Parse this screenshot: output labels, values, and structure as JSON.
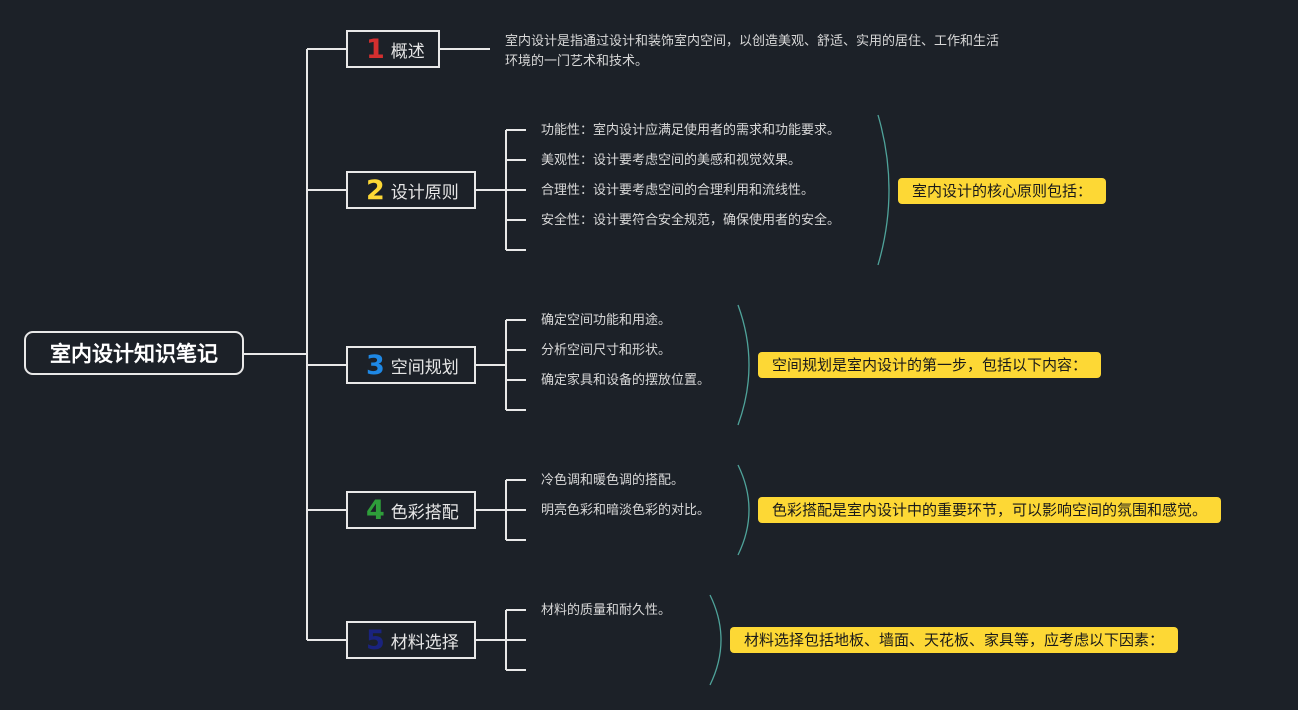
{
  "root": {
    "title": "室内设计知识笔记"
  },
  "branches": [
    {
      "num": "1",
      "num_color": "#d32f2f",
      "label": "概述",
      "intro": "室内设计是指通过设计和装饰室内空间，以创造美观、舒适、实用的居住、工作和生活环境的一门艺术和技术。",
      "items": [],
      "summary": ""
    },
    {
      "num": "2",
      "num_color": "#fdd835",
      "label": "设计原则",
      "items": [
        "功能性：室内设计应满足使用者的需求和功能要求。",
        "美观性：设计要考虑空间的美感和视觉效果。",
        "合理性：设计要考虑空间的合理利用和流线性。",
        "安全性：设计要符合安全规范，确保使用者的安全。",
        ""
      ],
      "summary": "室内设计的核心原则包括："
    },
    {
      "num": "3",
      "num_color": "#1e88e5",
      "label": "空间规划",
      "items": [
        "确定空间功能和用途。",
        "分析空间尺寸和形状。",
        "确定家具和设备的摆放位置。",
        ""
      ],
      "summary": "空间规划是室内设计的第一步，包括以下内容："
    },
    {
      "num": "4",
      "num_color": "#2e9e3a",
      "label": "色彩搭配",
      "items": [
        "冷色调和暖色调的搭配。",
        "明亮色彩和暗淡色彩的对比。",
        ""
      ],
      "summary": "色彩搭配是室内设计中的重要环节，可以影响空间的氛围和感觉。"
    },
    {
      "num": "5",
      "num_color": "#1a237e",
      "label": "材料选择",
      "items": [
        "材料的质量和耐久性。",
        "",
        ""
      ],
      "summary": "材料选择包括地板、墙面、天花板、家具等，应考虑以下因素："
    }
  ],
  "colors": {
    "background": "#1c2128",
    "line": "#e8e8e8",
    "brace": "#4fa39a",
    "highlight": "#fdd835"
  }
}
